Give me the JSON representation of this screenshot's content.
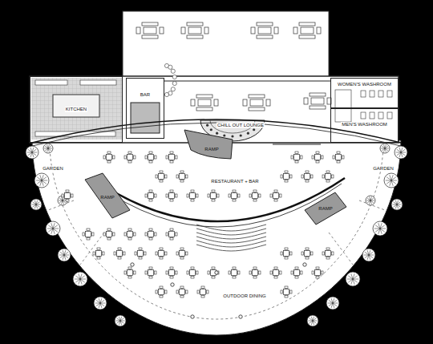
{
  "diagram": {
    "nodes": [
      {
        "text": [
          "KITCHEN"
        ]
      },
      {
        "text": [
          "BAR"
        ]
      },
      {
        "text": [
          "WOMEN'S WASHROOM"
        ]
      },
      {
        "text": [
          "MEN'S WASHROOM"
        ]
      }
    ],
    "labels": [
      "CHILL OUT LOUNGE",
      "RAMP",
      "GARDEN",
      "RESTAURANT + BAR",
      "GARDEN",
      "RAMP",
      "RAMP",
      "OUTDOOR DINING"
    ]
  }
}
